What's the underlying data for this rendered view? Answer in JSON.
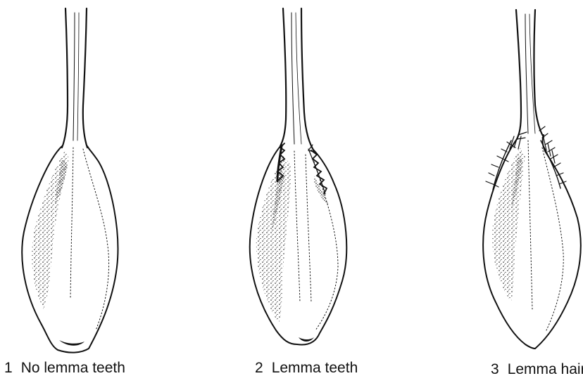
{
  "figure": {
    "panels": [
      {
        "number": "1",
        "label": "No lemma teeth"
      },
      {
        "number": "2",
        "label": "Lemma teeth"
      },
      {
        "number": "3",
        "label": "Lemma hair"
      }
    ]
  },
  "colors": {
    "ink": "#111111",
    "background": "#ffffff"
  }
}
